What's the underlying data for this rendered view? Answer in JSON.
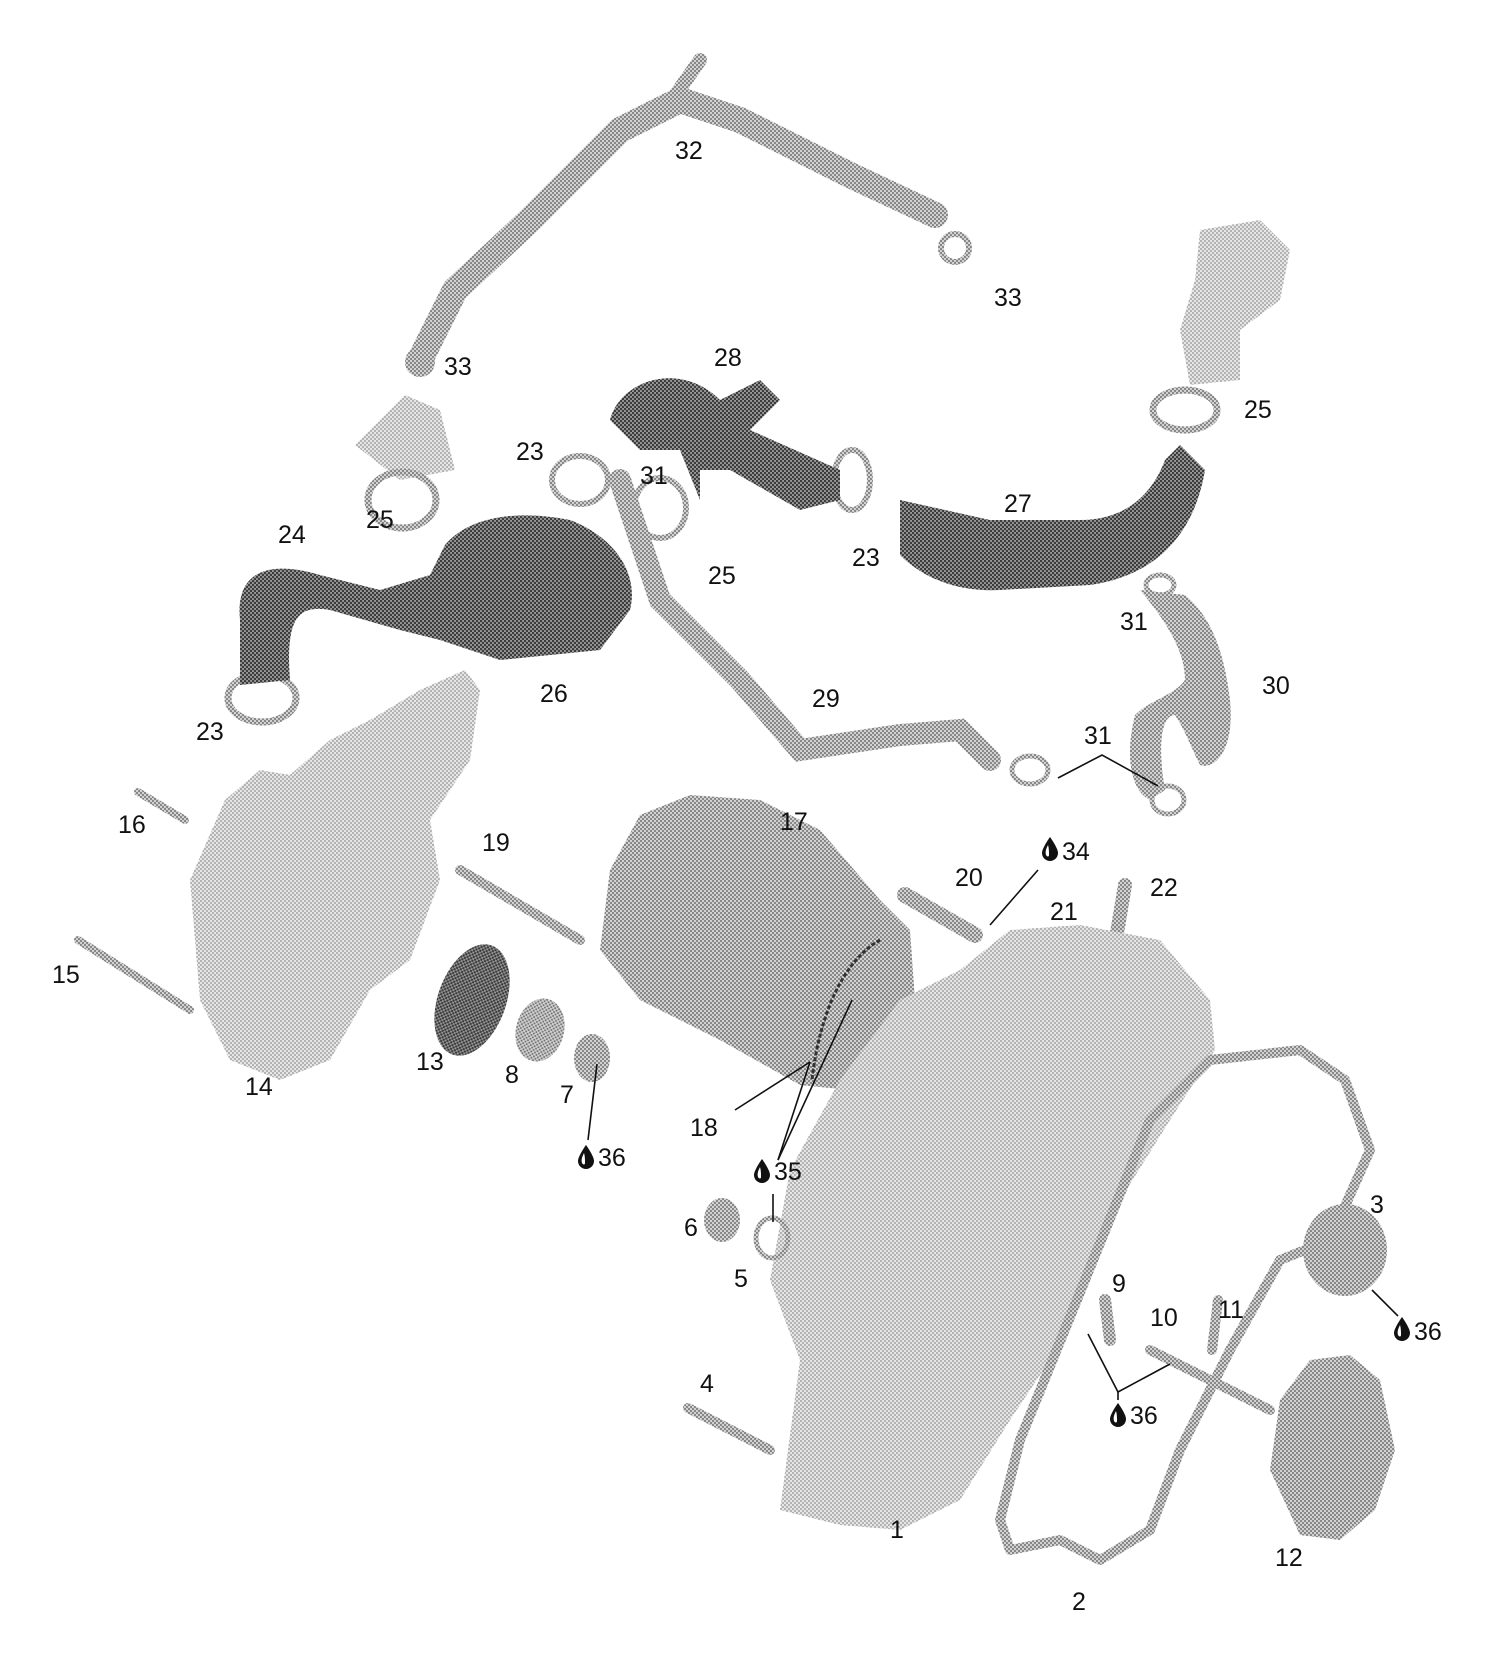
{
  "labels": {
    "l1": "1",
    "l2": "2",
    "l3": "3",
    "l4": "4",
    "l5": "5",
    "l6": "6",
    "l7": "7",
    "l8": "8",
    "l9": "9",
    "l10": "10",
    "l11": "11",
    "l12": "12",
    "l13": "13",
    "l14": "14",
    "l15": "15",
    "l16": "16",
    "l17": "17",
    "l18": "18",
    "l19": "19",
    "l20": "20",
    "l21": "21",
    "l22": "22",
    "l23a": "23",
    "l23b": "23",
    "l23c": "23",
    "l24": "24",
    "l25a": "25",
    "l25b": "25",
    "l25c": "25",
    "l26": "26",
    "l27": "27",
    "l28": "28",
    "l29": "29",
    "l30": "30",
    "l31a": "31",
    "l31b": "31",
    "l31c": "31",
    "l32": "32",
    "l33a": "33",
    "l33b": "33",
    "l34": "34",
    "l35": "35",
    "l36a": "36",
    "l36b": "36",
    "l36c": "36"
  },
  "icons": {
    "lubricant": "oil-drop-icon"
  },
  "colors": {
    "ink": "#111111",
    "part_dark": "#5a5a5a",
    "part_mid": "#8c8c8c",
    "part_light": "#b5b5b5"
  }
}
